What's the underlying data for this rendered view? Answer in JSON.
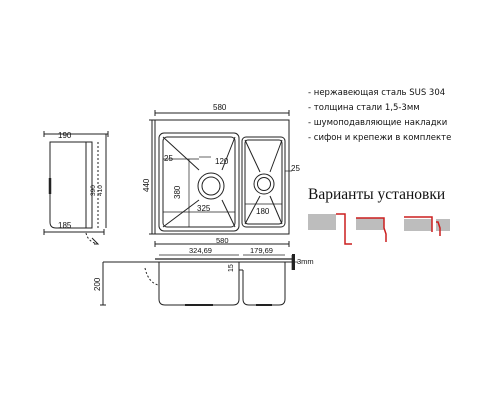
{
  "specs": [
    "- нержавеющая сталь SUS 304",
    "- толщина стали 1,5-3мм",
    "- шумоподавляющие накладки",
    "- сифон и крепежи в комплекте"
  ],
  "variants_title": "Варианты установки",
  "side_view": {
    "top_width": "190",
    "depth_a": "390",
    "depth_b": "410",
    "bottom_width": "185"
  },
  "top_view": {
    "overall_width": "580",
    "overall_depth": "440",
    "left_offset": "25",
    "drain_offset": "120",
    "bowl_depth": "380",
    "left_bowl_width": "325",
    "right_offset": "25",
    "right_bowl_width": "180"
  },
  "front_view": {
    "overall_width": "580",
    "left_bowl_width": "324,69",
    "right_bowl_width": "179,69",
    "divider_drop": "15",
    "height": "200",
    "thickness": "3mm"
  },
  "colors": {
    "line": "#222222",
    "accent": "#cc1f1f",
    "block": "#bdbdbd"
  }
}
